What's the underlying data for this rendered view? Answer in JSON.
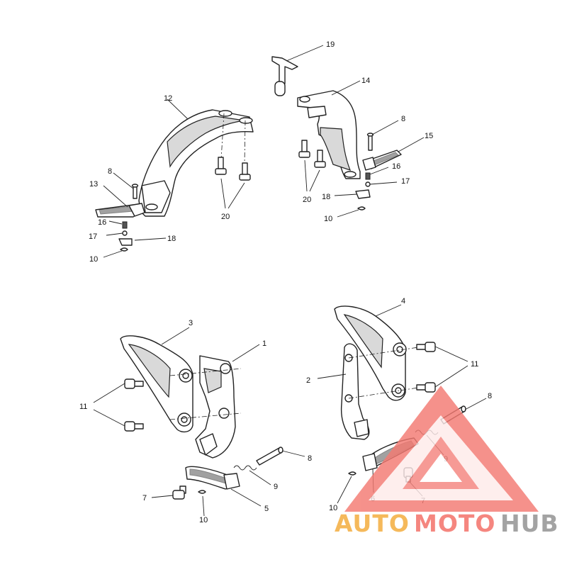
{
  "diagram": {
    "callouts": {
      "c1": "1",
      "c2": "2",
      "c3": "3",
      "c4": "4",
      "c5": "5",
      "c6": "6",
      "c7a": "7",
      "c7b": "7",
      "c8a": "8",
      "c8b": "8",
      "c8c": "8",
      "c8d": "8",
      "c9a": "9",
      "c9b": "9",
      "c10a": "10",
      "c10b": "10",
      "c10c": "10",
      "c10d": "10",
      "c11a": "11",
      "c11b": "11",
      "c12": "12",
      "c13": "13",
      "c14": "14",
      "c15": "15",
      "c16a": "16",
      "c16b": "16",
      "c17a": "17",
      "c17b": "17",
      "c18a": "18",
      "c18b": "18",
      "c19": "19",
      "c20a": "20",
      "c20b": "20"
    }
  },
  "watermark": {
    "word_auto": "AUTO",
    "word_moto": "MOTO",
    "word_hub": "HUB",
    "color_primary": "#f47a72",
    "color_secondary": "#f5b24a",
    "color_hub": "#9a9a9a"
  }
}
